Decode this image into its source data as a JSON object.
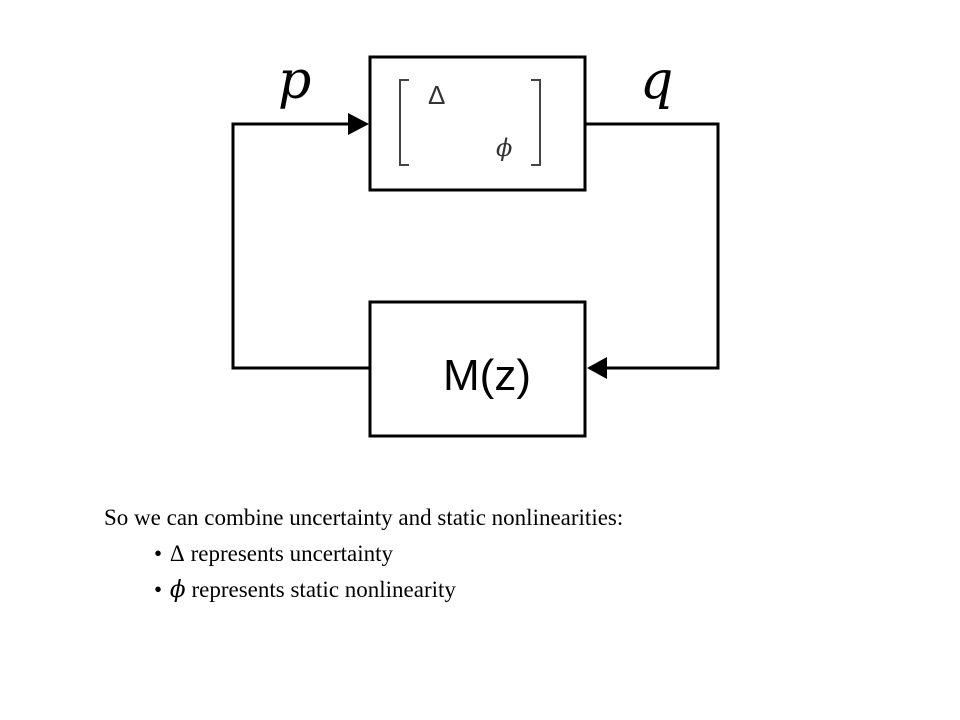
{
  "diagram": {
    "signal_in": "p",
    "signal_out": "q",
    "block_matrix": {
      "entry_top": "Δ",
      "entry_bottom": "ϕ"
    },
    "plant_block": "M(z)"
  },
  "caption": {
    "intro": "So we can combine uncertainty and static nonlinearities:",
    "bullets": [
      {
        "symbol": "Δ",
        "text": "represents uncertainty"
      },
      {
        "symbol": "ϕ",
        "text": "represents static nonlinearity"
      }
    ]
  }
}
